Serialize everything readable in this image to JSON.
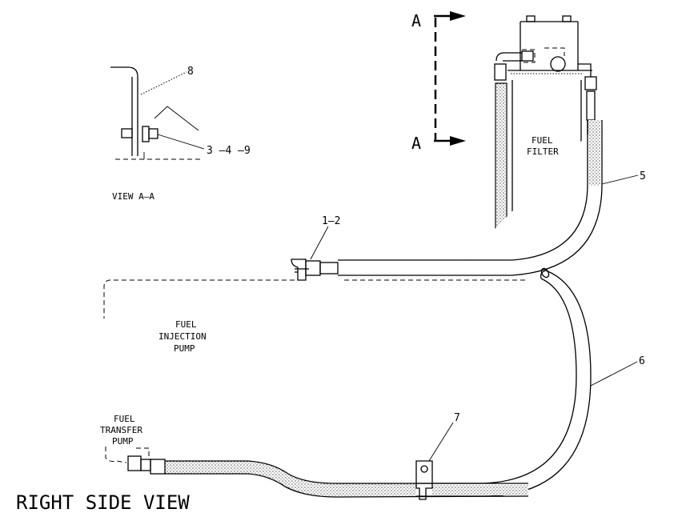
{
  "view_title": "RIGHT SIDE VIEW",
  "detail": {
    "title": "VIEW A–A",
    "callout_8": "8",
    "callout_349": "3 –4 –9"
  },
  "section_marks": {
    "top": "A",
    "bottom": "A"
  },
  "fuel_filter": {
    "line1": "FUEL",
    "line2": "FILTER"
  },
  "injection_pump": {
    "line1": "FUEL",
    "line2": "INJECTION",
    "line3": "PUMP"
  },
  "transfer_pump": {
    "line1": "FUEL",
    "line2": "TRANSFER",
    "line3": "PUMP"
  },
  "callouts": {
    "c12": "1–2",
    "c5": "5",
    "c6": "6",
    "c7": "7"
  }
}
